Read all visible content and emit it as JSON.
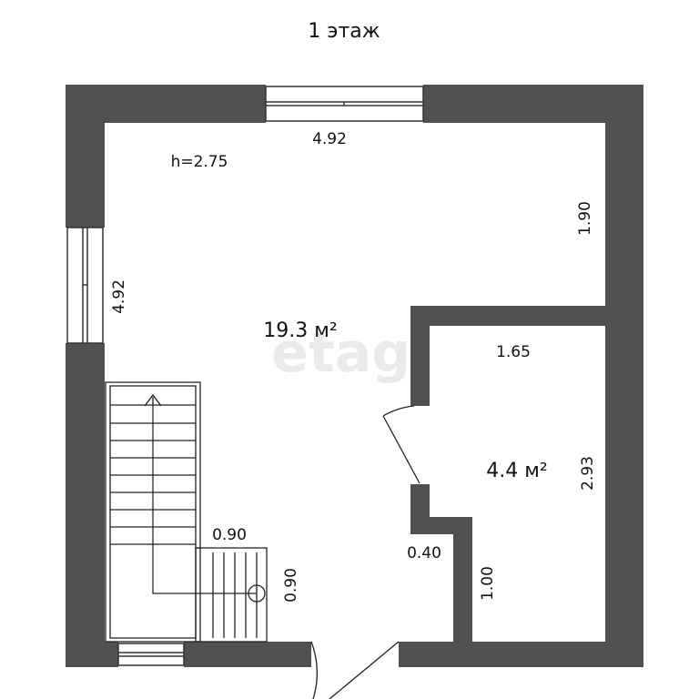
{
  "title": "1 этаж",
  "watermark": "etagi",
  "colors": {
    "wall": "#505052",
    "line": "#222222",
    "background": "#ffffff"
  },
  "rooms": {
    "main": {
      "area": "19.3 м²",
      "height": "h=2.75"
    },
    "small": {
      "area": "4.4 м²"
    }
  },
  "dimensions": {
    "top_width": "4.92",
    "left_height": "4.92",
    "right_upper": "1.90",
    "small_width": "1.65",
    "small_height": "2.93",
    "stair_landing_width": "0.90",
    "stair_landing_depth": "0.90",
    "partition_stub": "0.40",
    "partition_length": "1.00"
  }
}
